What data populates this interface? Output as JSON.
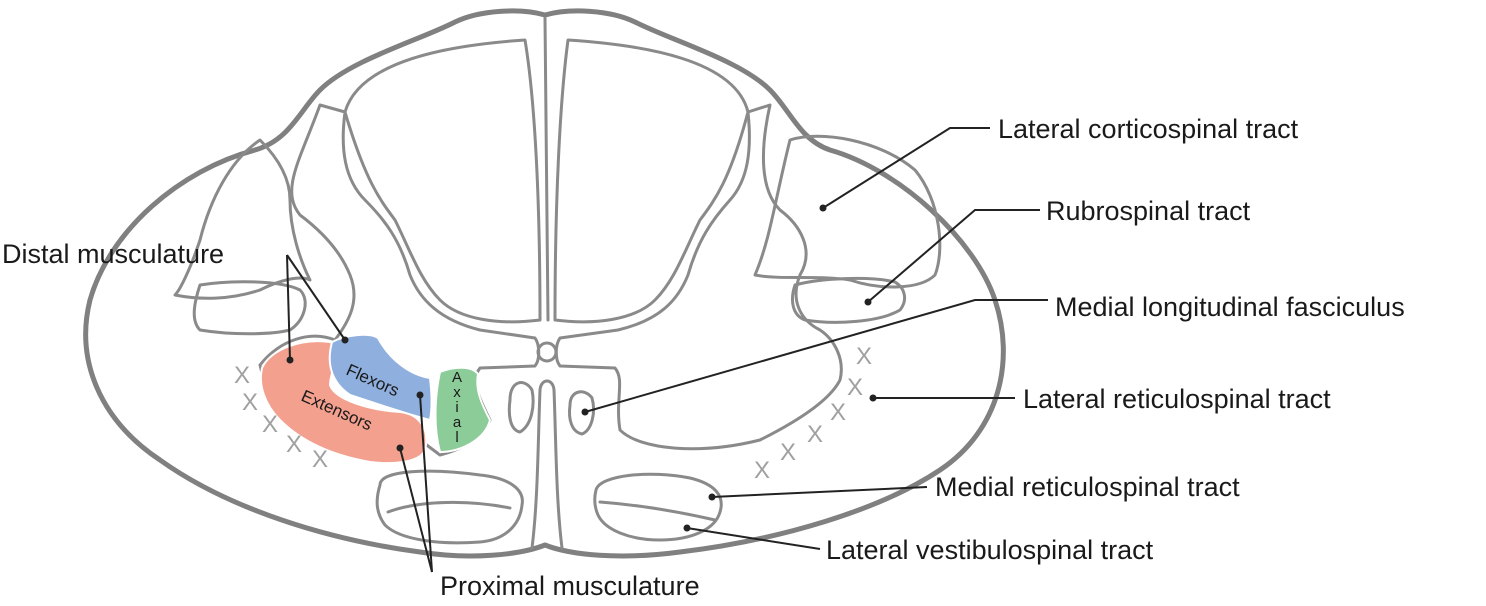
{
  "labels": {
    "lateral_corticospinal": "Lateral corticospinal tract",
    "rubrospinal": "Rubrospinal tract",
    "medial_longitudinal": "Medial longitudinal fasciculus",
    "lateral_reticulospinal": "Lateral reticulospinal tract",
    "medial_reticulospinal": "Medial reticulospinal tract",
    "lateral_vestibulospinal": "Lateral vestibulospinal tract",
    "distal_musculature": "Distal musculature",
    "proximal_musculature": "Proximal musculature"
  },
  "regions": {
    "flexors": "Flexors",
    "extensors": "Extensors",
    "axial": "Axial"
  },
  "marks": {
    "x_glyph": "X"
  },
  "colors": {
    "outline": "#808080",
    "flexors": "#8fb0de",
    "extensors": "#f3a08f",
    "axial": "#8ccc98",
    "leader": "#222222"
  }
}
